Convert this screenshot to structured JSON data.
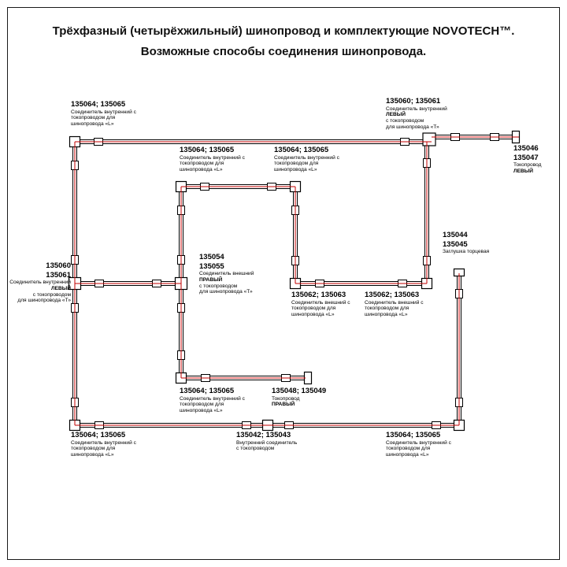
{
  "title": {
    "line1": "Трёхфазный (четырёхжильный) шинопровод и комплектующие NOVOTECH™.",
    "line2": "Возможные способы соединения шинопровода."
  },
  "colors": {
    "background": "#ffffff",
    "outline": "#000000",
    "conductor": "#c00000",
    "text": "#000000"
  },
  "diagram": {
    "labels": [
      {
        "id": "tl1",
        "lines": [
          {
            "t": "135064; 135065",
            "s": "code"
          },
          {
            "t": "Соединитель внутренний с",
            "s": "d"
          },
          {
            "t": "токопроводом для",
            "s": "d"
          },
          {
            "t": "шинопровода «L»",
            "s": "d"
          }
        ]
      },
      {
        "id": "t_top",
        "lines": [
          {
            "t": "135060; 135061",
            "s": "code"
          },
          {
            "t": "Соединитель внутренний",
            "s": "d"
          },
          {
            "t": "ЛЕВЫЙ",
            "s": "db"
          },
          {
            "t": "с токопроводом",
            "s": "d"
          },
          {
            "t": "для шинопровода «Т»",
            "s": "d"
          }
        ]
      },
      {
        "id": "feed_left",
        "lines": [
          {
            "t": "135046",
            "s": "code"
          },
          {
            "t": "135047",
            "s": "code"
          },
          {
            "t": "Токопровод",
            "s": "d"
          },
          {
            "t": "ЛЕВЫЙ",
            "s": "db"
          }
        ]
      },
      {
        "id": "tl2",
        "lines": [
          {
            "t": "135064; 135065",
            "s": "code"
          },
          {
            "t": "Соединитель внутренний с",
            "s": "d"
          },
          {
            "t": "токопроводом для",
            "s": "d"
          },
          {
            "t": "шинопровода «L»",
            "s": "d"
          }
        ]
      },
      {
        "id": "tl3",
        "lines": [
          {
            "t": "135064; 135065",
            "s": "code"
          },
          {
            "t": "Соединитель внутренний с",
            "s": "d"
          },
          {
            "t": "токопроводом для",
            "s": "d"
          },
          {
            "t": "шинопровода «L»",
            "s": "d"
          }
        ]
      },
      {
        "id": "cap",
        "lines": [
          {
            "t": "135044",
            "s": "code"
          },
          {
            "t": "135045",
            "s": "code"
          },
          {
            "t": "Заглушка торцевая",
            "s": "d"
          }
        ]
      },
      {
        "id": "t_left",
        "lines": [
          {
            "t": "135060",
            "s": "code"
          },
          {
            "t": "135061",
            "s": "code"
          },
          {
            "t": "Соединитель внутренний",
            "s": "d"
          },
          {
            "t": "ЛЕВЫЙ",
            "s": "db"
          },
          {
            "t": "с токопроводом",
            "s": "d"
          },
          {
            "t": "для шинопровода «Т»",
            "s": "d"
          }
        ]
      },
      {
        "id": "t_mid",
        "lines": [
          {
            "t": "135054",
            "s": "code"
          },
          {
            "t": "135055",
            "s": "code"
          },
          {
            "t": "Соединитель внешний",
            "s": "d"
          },
          {
            "t": "ПРАВЫЙ",
            "s": "db"
          },
          {
            "t": "с токопроводом",
            "s": "d"
          },
          {
            "t": "для шинопровода «Т»",
            "s": "d"
          }
        ]
      },
      {
        "id": "outL1",
        "lines": [
          {
            "t": "135062; 135063",
            "s": "code"
          },
          {
            "t": "Соединитель внешний с",
            "s": "d"
          },
          {
            "t": "токопроводом для",
            "s": "d"
          },
          {
            "t": "шинопровода «L»",
            "s": "d"
          }
        ]
      },
      {
        "id": "outL2",
        "lines": [
          {
            "t": "135062; 135063",
            "s": "code"
          },
          {
            "t": "Соединитель внешний с",
            "s": "d"
          },
          {
            "t": "токопроводом для",
            "s": "d"
          },
          {
            "t": "шинопровода «L»",
            "s": "d"
          }
        ]
      },
      {
        "id": "innerB",
        "lines": [
          {
            "t": "135064; 135065",
            "s": "code"
          },
          {
            "t": "Соединитель внутренний с",
            "s": "d"
          },
          {
            "t": "токопроводом для",
            "s": "d"
          },
          {
            "t": "шинопровода «L»",
            "s": "d"
          }
        ]
      },
      {
        "id": "feed_right",
        "lines": [
          {
            "t": "135048; 135049",
            "s": "code"
          },
          {
            "t": "Токопровод",
            "s": "d"
          },
          {
            "t": "ПРАВЫЙ",
            "s": "db"
          }
        ]
      },
      {
        "id": "bl",
        "lines": [
          {
            "t": "135064; 135065",
            "s": "code"
          },
          {
            "t": "Соединитель внутренний с",
            "s": "d"
          },
          {
            "t": "токопроводом для",
            "s": "d"
          },
          {
            "t": "шинопровода «L»",
            "s": "d"
          }
        ]
      },
      {
        "id": "straight_conn",
        "lines": [
          {
            "t": "135042; 135043",
            "s": "code"
          },
          {
            "t": "Внутренний соединитель",
            "s": "d"
          },
          {
            "t": "с токопроводом",
            "s": "d"
          }
        ]
      },
      {
        "id": "br",
        "lines": [
          {
            "t": "135064; 135065",
            "s": "code"
          },
          {
            "t": "Соединитель внутренний с",
            "s": "d"
          },
          {
            "t": "токопроводом для",
            "s": "d"
          },
          {
            "t": "шинопровода «L»",
            "s": "d"
          }
        ]
      }
    ]
  }
}
